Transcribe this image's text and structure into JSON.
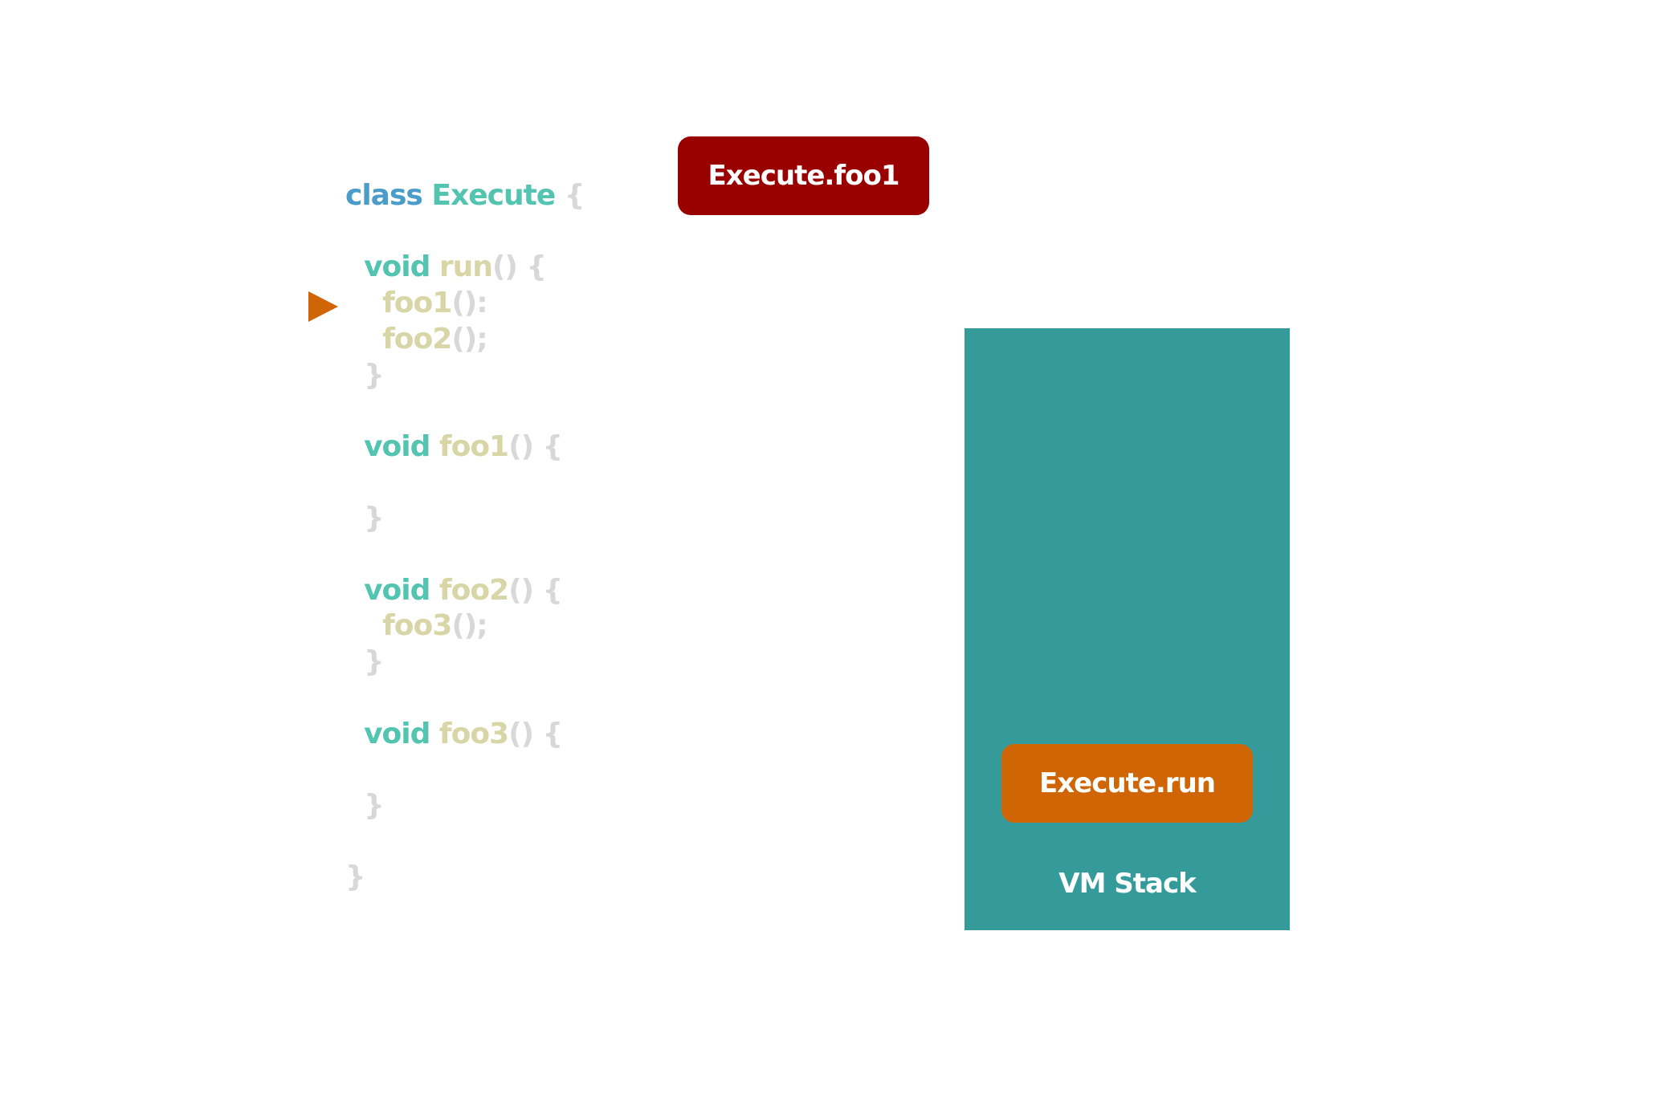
{
  "code": {
    "lines": [
      {
        "indent": "",
        "parts": [
          {
            "cls": "kw-class",
            "text": "class "
          },
          {
            "cls": "cls-name",
            "text": "Execute"
          },
          {
            "cls": "punc",
            "text": " {"
          }
        ]
      },
      {
        "indent": "",
        "parts": []
      },
      {
        "indent": "  ",
        "parts": [
          {
            "cls": "kw-void",
            "text": "void "
          },
          {
            "cls": "fn",
            "text": "run"
          },
          {
            "cls": "punc",
            "text": "() {"
          }
        ]
      },
      {
        "indent": "    ",
        "parts": [
          {
            "cls": "fn",
            "text": "foo1"
          },
          {
            "cls": "punc",
            "text": "():"
          }
        ]
      },
      {
        "indent": "    ",
        "parts": [
          {
            "cls": "fn",
            "text": "foo2"
          },
          {
            "cls": "punc",
            "text": "();"
          }
        ]
      },
      {
        "indent": "  ",
        "parts": [
          {
            "cls": "punc",
            "text": "}"
          }
        ]
      },
      {
        "indent": "",
        "parts": []
      },
      {
        "indent": "  ",
        "parts": [
          {
            "cls": "kw-void",
            "text": "void "
          },
          {
            "cls": "fn",
            "text": "foo1"
          },
          {
            "cls": "punc",
            "text": "() {"
          }
        ]
      },
      {
        "indent": "",
        "parts": []
      },
      {
        "indent": "  ",
        "parts": [
          {
            "cls": "punc",
            "text": "}"
          }
        ]
      },
      {
        "indent": "",
        "parts": []
      },
      {
        "indent": "  ",
        "parts": [
          {
            "cls": "kw-void",
            "text": "void "
          },
          {
            "cls": "fn",
            "text": "foo2"
          },
          {
            "cls": "punc",
            "text": "() {"
          }
        ]
      },
      {
        "indent": "    ",
        "parts": [
          {
            "cls": "fn",
            "text": "foo3"
          },
          {
            "cls": "punc",
            "text": "();"
          }
        ]
      },
      {
        "indent": "  ",
        "parts": [
          {
            "cls": "punc",
            "text": "}"
          }
        ]
      },
      {
        "indent": "",
        "parts": []
      },
      {
        "indent": "  ",
        "parts": [
          {
            "cls": "kw-void",
            "text": "void "
          },
          {
            "cls": "fn",
            "text": "foo3"
          },
          {
            "cls": "punc",
            "text": "() {"
          }
        ]
      },
      {
        "indent": "",
        "parts": []
      },
      {
        "indent": "  ",
        "parts": [
          {
            "cls": "punc",
            "text": "}"
          }
        ]
      },
      {
        "indent": "",
        "parts": []
      },
      {
        "indent": "",
        "parts": [
          {
            "cls": "punc",
            "text": "}"
          }
        ]
      }
    ],
    "current_line_index": 3
  },
  "frames": {
    "flying_label": "Execute.foo1",
    "stack_label": "Execute.run"
  },
  "stack": {
    "title": "VM Stack"
  },
  "colors": {
    "stack": "#349b9a",
    "current_frame": "#990000",
    "active_frame": "#cf6505",
    "arrow": "#cf6505"
  }
}
